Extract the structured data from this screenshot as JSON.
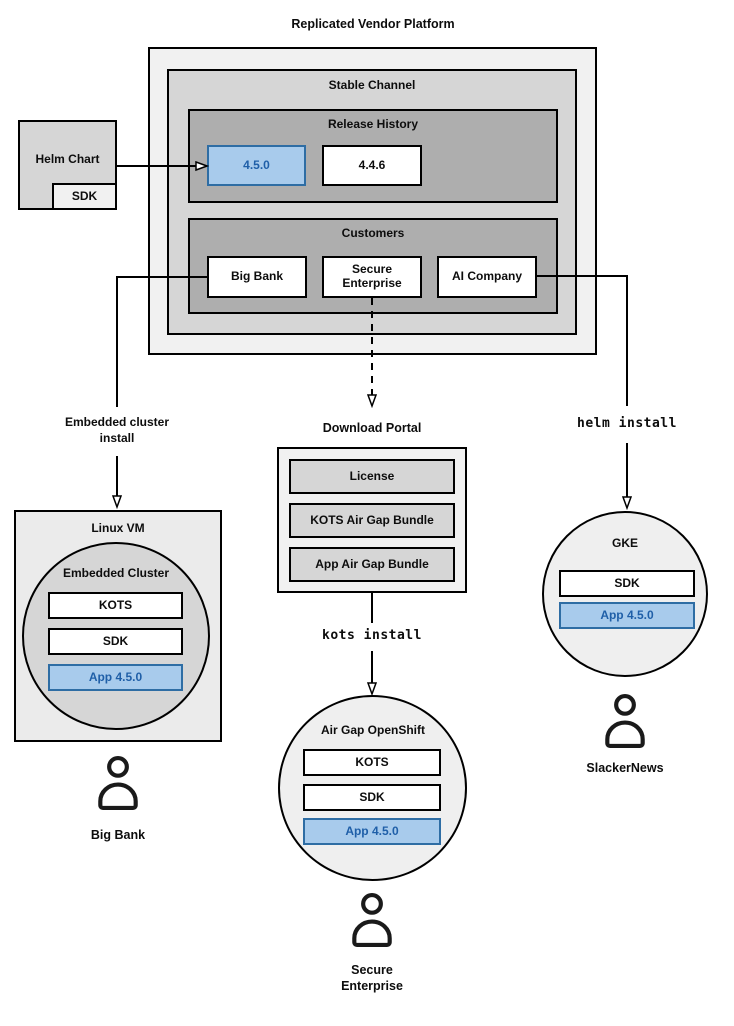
{
  "title": "Replicated Vendor Platform",
  "platform": {
    "stable_channel": {
      "label": "Stable Channel",
      "release_history": {
        "label": "Release History",
        "releases": [
          {
            "version": "4.5.0",
            "current": true
          },
          {
            "version": "4.4.6",
            "current": false
          }
        ]
      },
      "customers": {
        "label": "Customers",
        "items": [
          {
            "name": "Big Bank"
          },
          {
            "name": "Secure\nEnterprise"
          },
          {
            "name": "AI Company"
          }
        ]
      }
    }
  },
  "helm_chart": {
    "label": "Helm Chart",
    "sdk": "SDK"
  },
  "flows": {
    "embedded_cluster": {
      "edge_label": "Embedded cluster\ninstall",
      "vm": {
        "label": "Linux VM",
        "cluster": {
          "label": "Embedded Cluster",
          "components": [
            "KOTS",
            "SDK"
          ],
          "app": "App 4.5.0"
        }
      },
      "persona": "Big Bank"
    },
    "air_gap": {
      "portal": {
        "label": "Download Portal",
        "items": [
          "License",
          "KOTS Air Gap Bundle",
          "App Air Gap Bundle"
        ]
      },
      "command": "kots install",
      "cluster": {
        "label": "Air Gap OpenShift",
        "components": [
          "KOTS",
          "SDK"
        ],
        "app": "App 4.5.0"
      },
      "persona": "Secure\nEnterprise"
    },
    "helm": {
      "command": "helm install",
      "cluster": {
        "label": "GKE",
        "components": [
          "SDK"
        ],
        "app": "App 4.5.0"
      },
      "persona": "SlackerNews"
    }
  },
  "colors": {
    "highlight_fill": "#a8cbec",
    "highlight_border": "#2e6da4",
    "highlight_text": "#1f5fa8",
    "line": "#000000"
  }
}
